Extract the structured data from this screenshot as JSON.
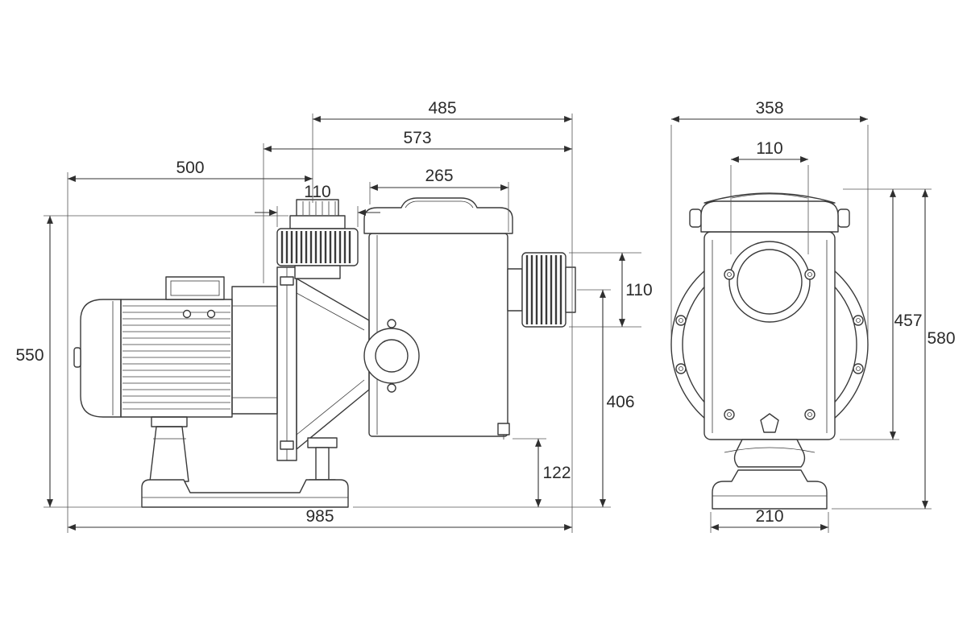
{
  "page": {
    "background": "#ffffff",
    "line_color": "#3a3a3a"
  },
  "drawing": {
    "side_view": {
      "dims": {
        "d485": "485",
        "d573": "573",
        "d500": "500",
        "d265": "265",
        "d110_top": "110",
        "d110_outlet": "110",
        "d406": "406",
        "d122": "122",
        "d550": "550",
        "d985": "985"
      }
    },
    "front_view": {
      "dims": {
        "d358": "358",
        "d110_port": "110",
        "d457": "457",
        "d580": "580",
        "d210": "210"
      }
    }
  }
}
